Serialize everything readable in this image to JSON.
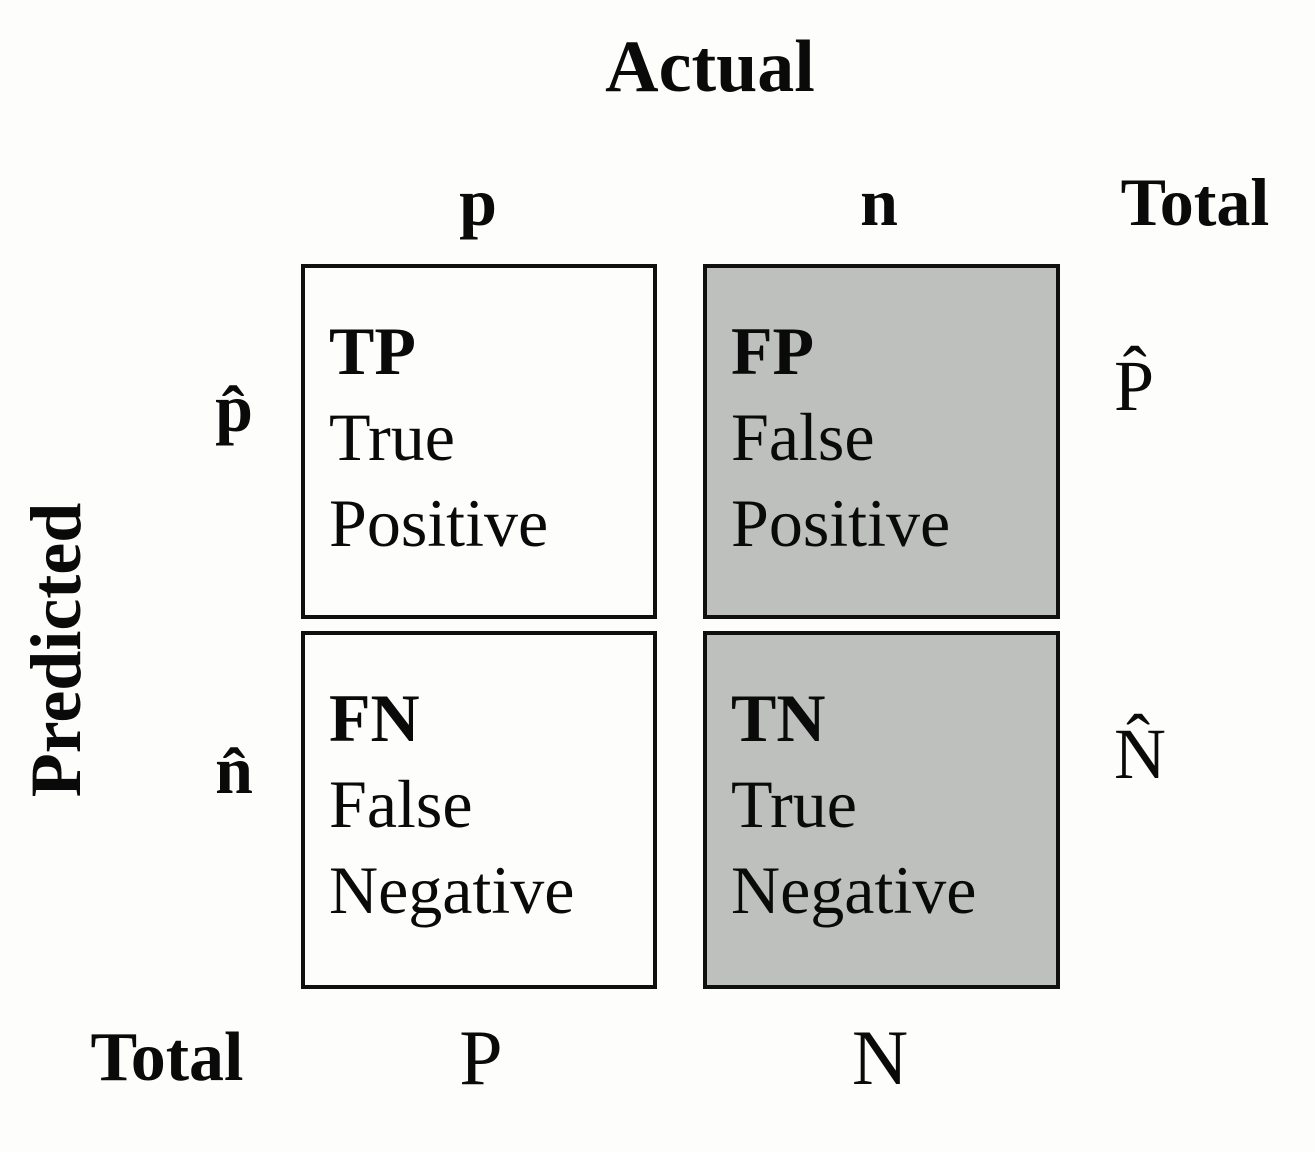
{
  "axes": {
    "actual": "Actual",
    "predicted": "Predicted"
  },
  "column_headers": {
    "p": "p",
    "n": "n",
    "total": "Total"
  },
  "row_headers": {
    "p_hat": "p̂",
    "n_hat": "n̂",
    "total": "Total"
  },
  "cells": {
    "tp": {
      "abbr": "TP",
      "word1": "True",
      "word2": "Positive",
      "shaded": false
    },
    "fp": {
      "abbr": "FP",
      "word1": "False",
      "word2": "Positive",
      "shaded": true
    },
    "fn": {
      "abbr": "FN",
      "word1": "False",
      "word2": "Negative",
      "shaded": false
    },
    "tn": {
      "abbr": "TN",
      "word1": "True",
      "word2": "Negative",
      "shaded": true
    }
  },
  "marginals": {
    "p_hat": "P̂",
    "n_hat": "N̂",
    "p": "P",
    "n": "N"
  },
  "colors": {
    "background": "#fdfefc",
    "shaded_cell": "#bec0bd",
    "unshaded_cell": "#fdfefc",
    "border": "#101010",
    "text": "#0a0a0a"
  }
}
